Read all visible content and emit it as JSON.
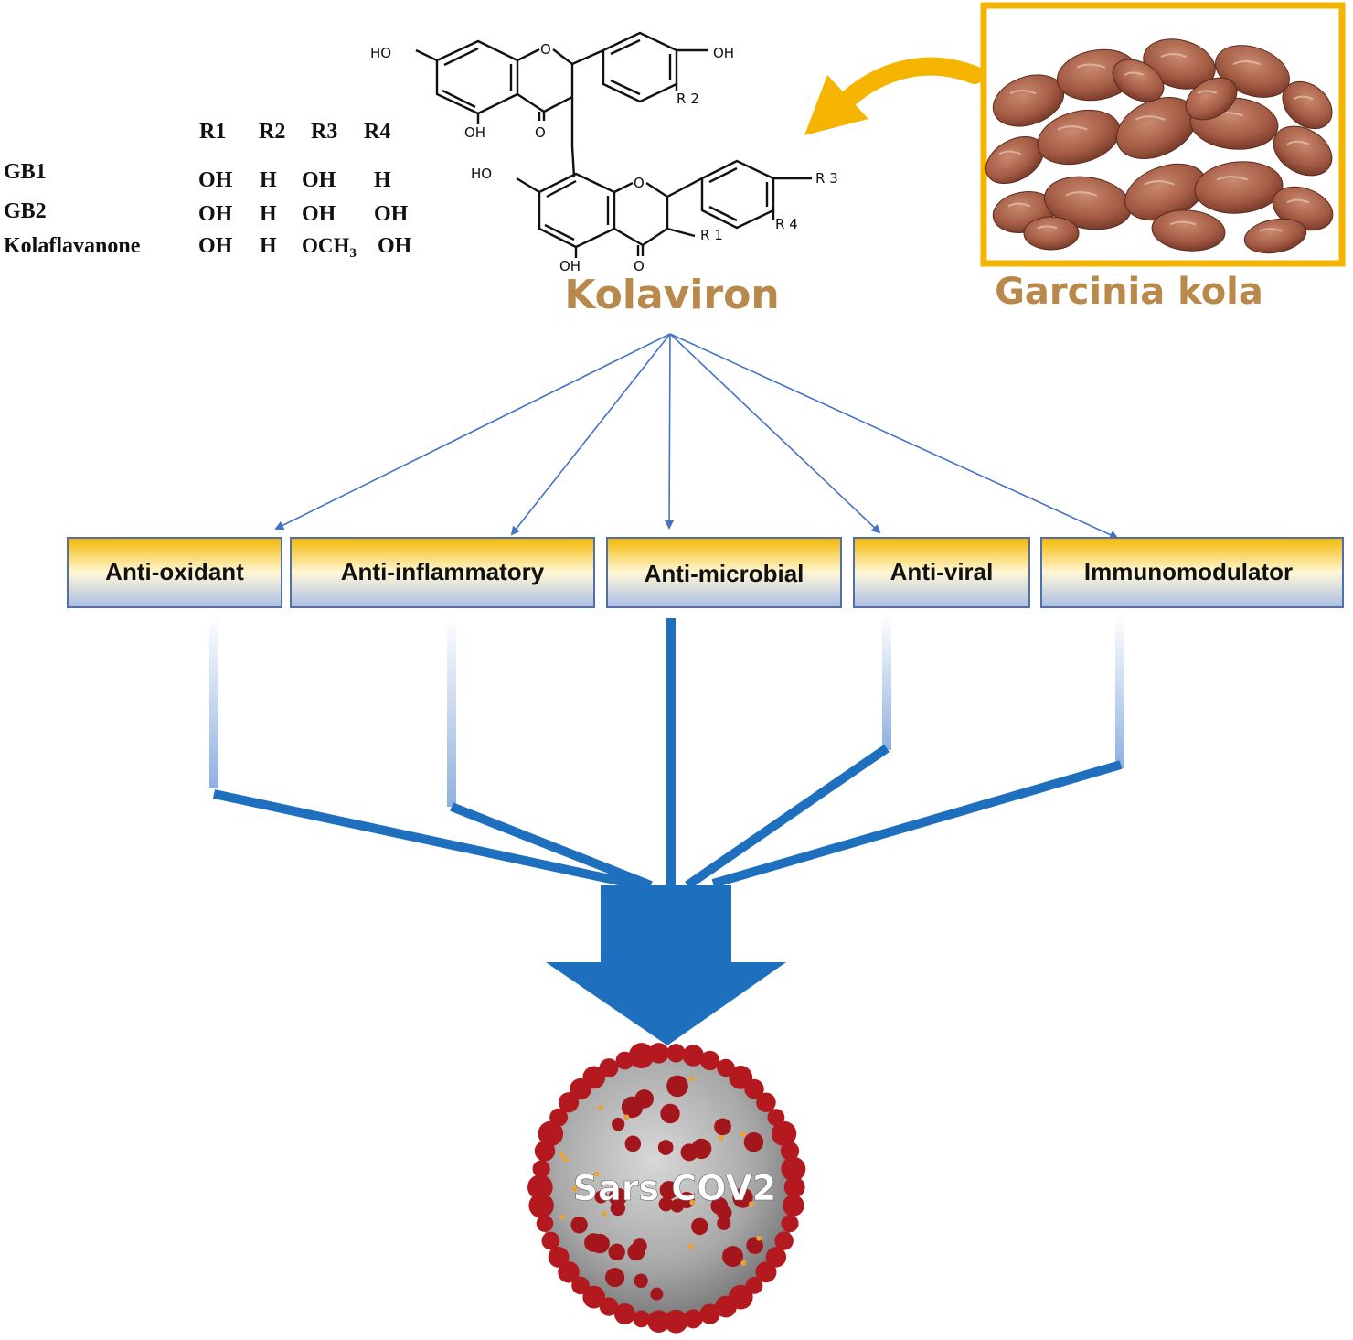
{
  "table": {
    "headers": [
      "R1",
      "R2",
      "R3",
      "R4"
    ],
    "rows": [
      {
        "name": "GB1",
        "values": [
          "OH",
          "H",
          "OH",
          "H"
        ]
      },
      {
        "name": "GB2",
        "values": [
          "OH",
          "H",
          "OH",
          "OH"
        ]
      },
      {
        "name": "Kolaflavanone",
        "values": [
          "OH",
          "H",
          "OCH3",
          "OH"
        ]
      }
    ]
  },
  "structure": {
    "labels": {
      "ho_top": "HO",
      "oh_top_right": "OH",
      "o_ring_top": "O",
      "carbonyl_top": "O",
      "oh_top_bottom": "OH",
      "r2": "R 2",
      "ho_bottom": "HO",
      "o_ring_bottom": "O",
      "carbonyl_bottom": "O",
      "oh_bottom": "OH",
      "r1": "R 1",
      "r3": "R 3",
      "r4": "R 4"
    }
  },
  "compound_name": "Kolaviron",
  "source_name": "Garcinia kola",
  "activities": [
    "Anti-oxidant",
    "Anti-inflammatory",
    "Anti-microbial",
    "Anti-viral",
    "Immunomodulator"
  ],
  "target_name": "Sars COV2",
  "colors": {
    "title_gold": "#b8894a",
    "frame_gold": "#f5b400",
    "arrow_blue": "#1f6fbf",
    "thin_line_blue": "#4472c4",
    "box_border": "#4f6fb0",
    "box_top": "#f2b800",
    "box_bottom": "#9bb1e0",
    "virus_red": "#b3191f",
    "virus_gray": "#9a9a9a"
  }
}
